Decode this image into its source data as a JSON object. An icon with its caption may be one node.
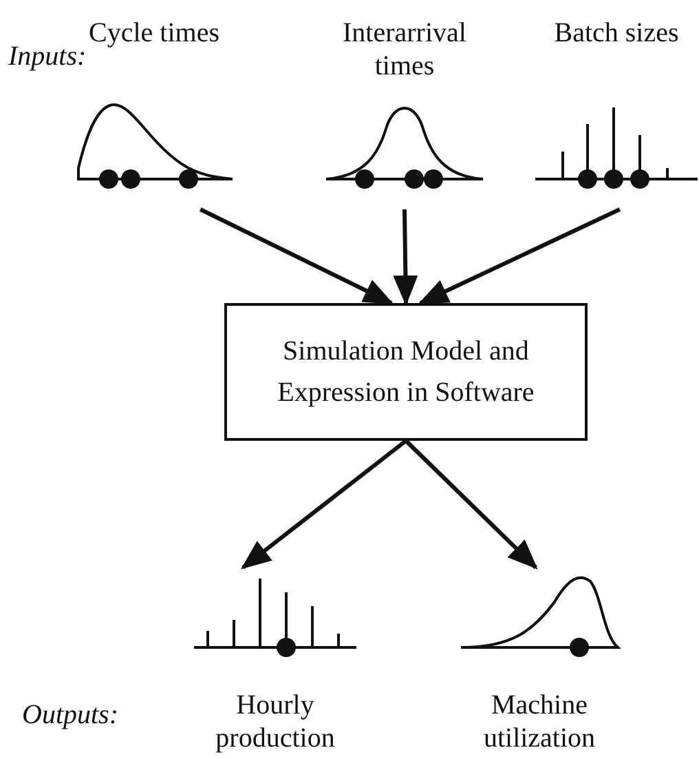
{
  "diagram": {
    "nodes": [
      {
        "text": [
          "Cycle times"
        ]
      },
      {
        "text": [
          "Interarrival times"
        ]
      },
      {
        "text": [
          "Batch sizes"
        ]
      },
      {
        "text": [
          "Simulation Model and Expression in Software"
        ]
      },
      {
        "text": [
          "Hourly production"
        ]
      },
      {
        "text": [
          "Machine utilization"
        ]
      }
    ],
    "edges": [
      {
        "from": 0,
        "to": 3,
        "arrow": "to"
      },
      {
        "from": 1,
        "to": 3,
        "arrow": "to"
      },
      {
        "from": 2,
        "to": 3,
        "arrow": "to"
      },
      {
        "from": 3,
        "to": 4,
        "arrow": "to"
      },
      {
        "from": 3,
        "to": 5,
        "arrow": "to"
      }
    ],
    "labels": [
      "Inputs:",
      "Outputs:"
    ]
  }
}
